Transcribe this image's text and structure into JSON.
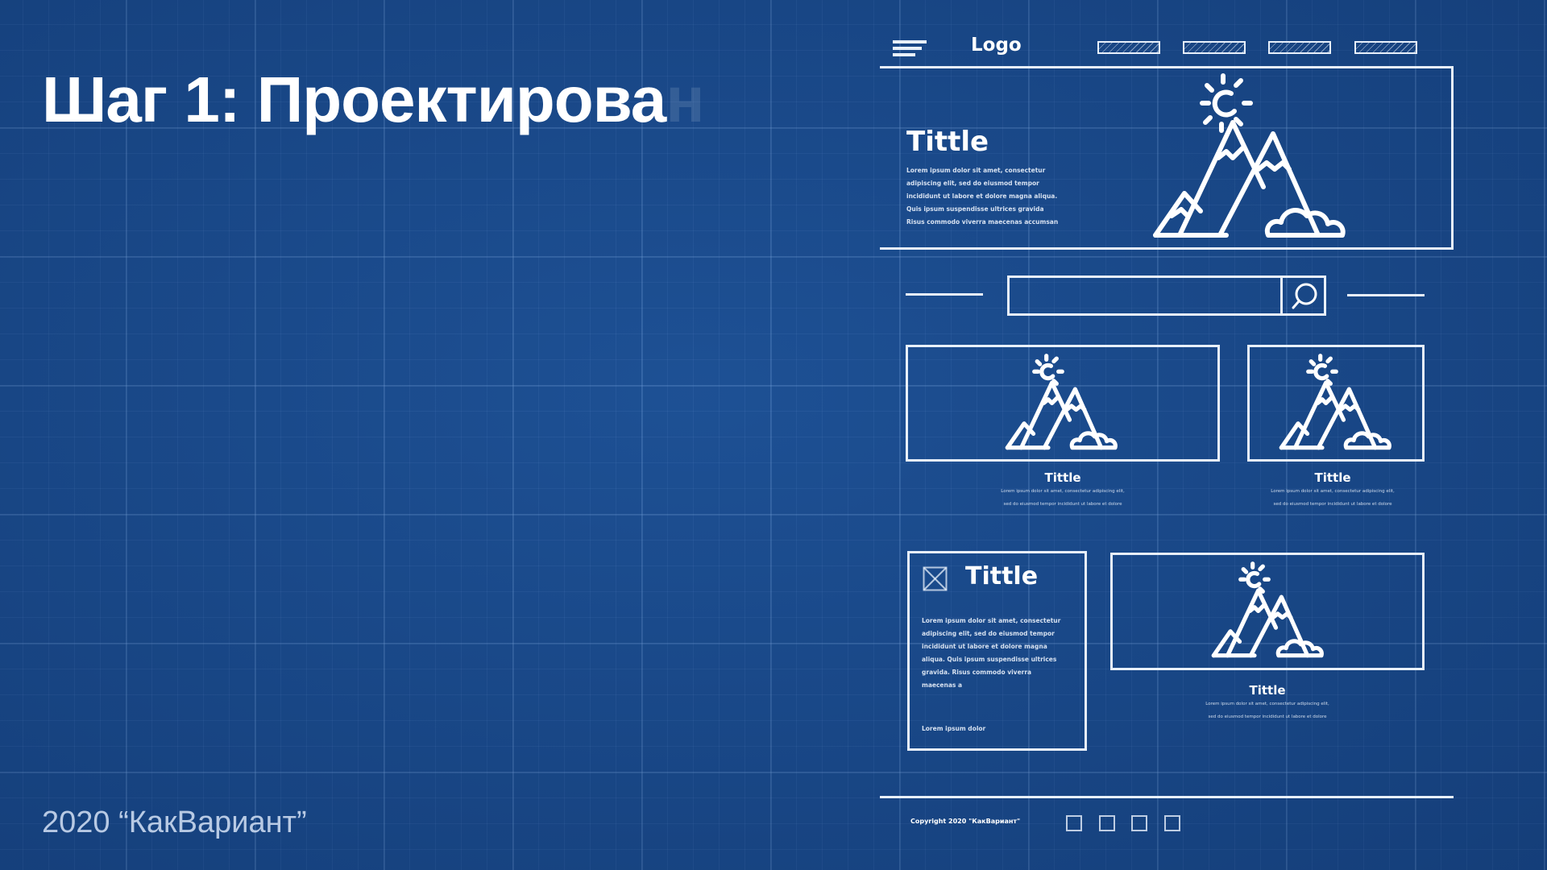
{
  "slide": {
    "headline_visible": "Шаг 1: Проектирова",
    "headline_fading": "н",
    "footer_note": "2020 “КакВариант”"
  },
  "wireframe": {
    "logo": "Logo",
    "hero": {
      "title": "Tittle",
      "body": [
        "Lorem ipsum dolor sit amet, consectetur",
        "adipiscing elit, sed do eiusmod tempor",
        "incididunt ut labore et dolore magna aliqua.",
        "Quis ipsum suspendisse ultrices gravida",
        "Risus commodo viverra maecenas accumsan"
      ]
    },
    "cards_row1": [
      {
        "title": "Tittle",
        "line1": "Lorem ipsum dolor sit amet, consectetur adipiscing elit,",
        "line2": "sed do eiusmod tempor incididunt ut labore et dolore"
      },
      {
        "title": "Tittle",
        "line1": "Lorem ipsum dolor sit amet, consectetur adipiscing elit,",
        "line2": "sed do eiusmod tempor incididunt ut labore et dolore"
      }
    ],
    "text_card": {
      "title": "Tittle",
      "body": [
        "Lorem ipsum dolor sit amet, consectetur",
        "adipiscing elit, sed do eiusmod tempor",
        "incididunt ut labore et dolore magna",
        "aliqua. Quis ipsum suspendisse ultrices",
        "gravida. Risus commodo viverra",
        "maecenas a"
      ],
      "footer": "Lorem ipsum dolor"
    },
    "card_row2": {
      "title": "Tittle",
      "line1": "Lorem ipsum dolor sit amet, consectetur adipiscing elit,",
      "line2": "sed do eiusmod tempor incididunt ut labore et dolore"
    },
    "copyright": "Copyright 2020 \"КакВариант\""
  },
  "icons": [
    "hamburger-menu-icon",
    "sun-icon",
    "mountain-icon",
    "search-icon",
    "image-placeholder-icon"
  ],
  "colors": {
    "background": "#1a4a8a",
    "line": "#e8f0fb"
  }
}
